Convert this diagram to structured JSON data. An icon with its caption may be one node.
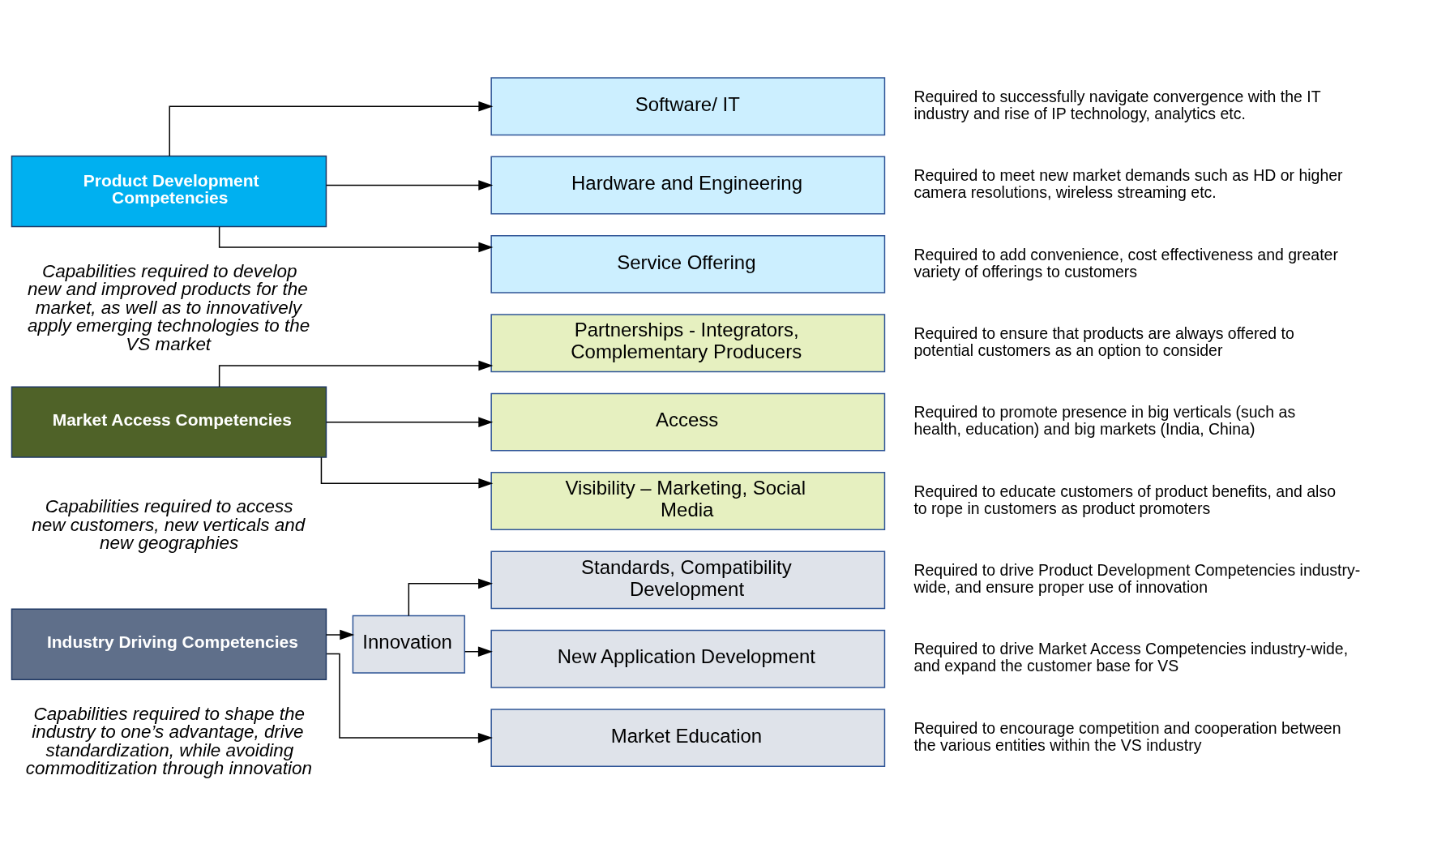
{
  "diagram": {
    "nodes": [
      {
        "text": [
          "Product Development Competencies"
        ],
        "beside": [
          "Capabilities required to develop new and improved products for the market, as well as to innovatively apply emerging technologies to the VS market"
        ]
      },
      {
        "text": [
          "Software/ IT"
        ],
        "beside": [
          "Required to successfully navigate convergence with the IT industry and rise of IP technology, analytics etc."
        ]
      },
      {
        "text": [
          "Hardware and Engineering"
        ],
        "beside": [
          "Required to meet new market demands such as HD or higher camera resolutions, wireless streaming etc."
        ]
      },
      {
        "text": [
          "Service Offering"
        ],
        "beside": [
          "Required to add convenience, cost effectiveness and greater variety of offerings to customers"
        ]
      },
      {
        "text": [
          "Market Access Competencies"
        ],
        "beside": [
          "Capabilities required to access new customers, new verticals and new geographies"
        ]
      },
      {
        "text": [
          "Partnerships - Integrators, Complementary Producers"
        ],
        "beside": [
          "Required to ensure that products are always offered to potential customers as an option to consider"
        ]
      },
      {
        "text": [
          "Access"
        ],
        "beside": [
          "Required to promote presence in big verticals (such as health, education) and big markets (India, China)"
        ]
      },
      {
        "text": [
          "Visibility – Marketing, Social Media"
        ],
        "beside": [
          "Required to educate customers of product benefits, and also to rope in customers as product promoters"
        ]
      },
      {
        "text": [
          "Industry Driving Competencies"
        ],
        "beside": [
          "Capabilities required to shape the industry to one’s advantage, drive standardization, while avoiding commoditization through innovation"
        ]
      },
      {
        "text": [
          "Innovation"
        ]
      },
      {
        "text": [
          "Standards, Compatibility Development"
        ],
        "beside": [
          "Required to drive Product Development Competencies industry-wide, and ensure proper use of innovation"
        ]
      },
      {
        "text": [
          "New Application Development"
        ],
        "beside": [
          "Required to drive Market Access Competencies industry-wide, and expand the customer base for VS"
        ]
      },
      {
        "text": [
          "Market Education"
        ],
        "beside": [
          "Required to encourage competition and cooperation between the various entities within the VS industry"
        ]
      }
    ],
    "edges": [
      {
        "from": 0,
        "to": 1,
        "arrow": "to"
      },
      {
        "from": 0,
        "to": 2,
        "arrow": "to"
      },
      {
        "from": 0,
        "to": 3,
        "arrow": "to"
      },
      {
        "from": 4,
        "to": 5,
        "arrow": "to"
      },
      {
        "from": 4,
        "to": 6,
        "arrow": "to"
      },
      {
        "from": 4,
        "to": 7,
        "arrow": "to"
      },
      {
        "from": 8,
        "to": 9,
        "arrow": "to"
      },
      {
        "from": 8,
        "to": 12,
        "arrow": "to"
      },
      {
        "from": 9,
        "to": 10,
        "arrow": "to"
      },
      {
        "from": 9,
        "to": 11,
        "arrow": "to"
      }
    ]
  }
}
